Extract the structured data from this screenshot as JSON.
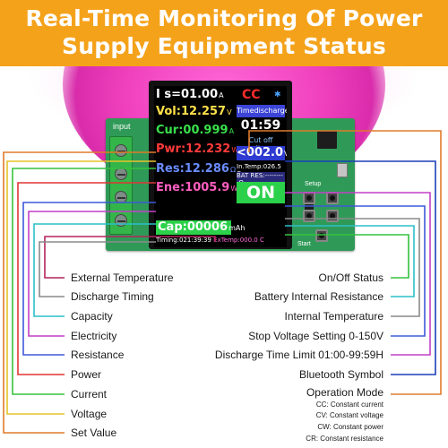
{
  "banner": {
    "line1": "Real-Time Monitoring Of Power",
    "line2": "Supply Equipment Status"
  },
  "device": {
    "input_label": "input",
    "setup_label": "Setup",
    "start_label": "Start",
    "lcd": {
      "set_value": "I s=01.00",
      "set_unit": "A",
      "mode": "CC",
      "bluetooth_icon": "bluetooth-icon",
      "voltage_label": "Vol:",
      "voltage_value": "12.257",
      "voltage_unit": "V",
      "current_label": "Cur:",
      "current_value": "00.999",
      "current_unit": "A",
      "power_label": "Pwr:",
      "power_value": "12.232",
      "power_unit": "W",
      "resistance_label": "Res:",
      "resistance_value": "12.286",
      "resistance_unit": "Ω",
      "energy_label": "Ene:",
      "energy_value": "1005.9",
      "energy_unit": "Wh",
      "capacity_label": "Cap:",
      "capacity_value": "00006",
      "capacity_unit": "mAh",
      "timedischarge_label": "Timedischarge",
      "time_limit": "01:59",
      "cutoff_label": "Cut off voltage",
      "cutoff_value": "<002.0",
      "cutoff_unit": "V",
      "internal_temp": "In.Temp:026.5 C",
      "battery_res": "BAT RES:---------Ω",
      "on_status": "ON",
      "timing": "Timing:021:39:39",
      "ext_temp": "ExTemp:000.0 C"
    },
    "colors": {
      "voltage": "#ffe14a",
      "current": "#39e04b",
      "power": "#ff3a3a",
      "resistance": "#6a8cff",
      "energy": "#ff5ec0",
      "set_value": "#ffffff"
    }
  },
  "labels_left": [
    "External Temperature",
    "Discharge Timing",
    "Capacity",
    "Electricity",
    "Resistance",
    "Power",
    "Current",
    "Voltage",
    "Set Value"
  ],
  "labels_right": [
    "On/Off Status",
    "Battery Internal Resistance",
    "Internal Temperature",
    "Stop Voltage Setting 0-150V",
    "Discharge Time Limit 01:00-99:59H",
    "Bluetooth Symbol",
    "Operation Mode"
  ],
  "mode_notes": [
    "CC: Constant current",
    "CV: Constant voltage",
    "CW: Constant power",
    "CR: Constant resistance"
  ]
}
